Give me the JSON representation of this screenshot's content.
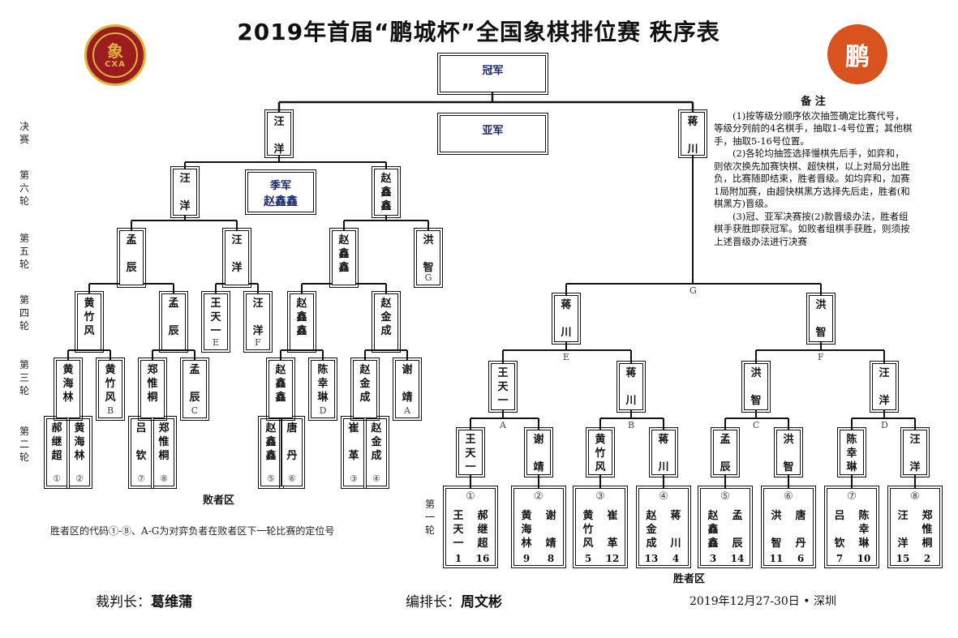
{
  "title": "2019年首届“鹏城杯”全国象棋排位赛 秩序表",
  "logo_left": {
    "glyph": "象",
    "text": "CXA"
  },
  "logo_right": {
    "glyph": "鹏"
  },
  "podium": {
    "champion_label": "冠军",
    "runner_up_label": "亚军",
    "third_label": "季军",
    "third_name": "赵鑫鑫"
  },
  "round_labels": [
    "决\n赛",
    "第\n六\n轮",
    "第\n五\n轮",
    "第\n四\n轮",
    "第\n三\n轮",
    "第\n二\n轮",
    "第\n一\n轮"
  ],
  "notes": {
    "heading": "备 注",
    "items": [
      "(1)按等级分顺序依次抽签确定比赛代号，等级分列前的4名棋手，抽取1-4号位置；其他棋手，抽取5-16号位置。",
      "(2)各轮均抽签选择慢棋先后手，如弈和，则依次换先加赛快棋、超快棋，以上对局分出胜负，比赛随即结束，胜者晋级。如均弈和，加赛1局附加赛，由超快棋黑方选择先后走，胜者(和棋黑方)晋级。",
      "(3)冠、亚军决赛按(2)款晋级办法，胜者组棋手获胜即获冠军。如败者组棋手获胜，则须按上述晋级办法进行决赛"
    ]
  },
  "winners_label": "胜者区",
  "losers_label": "败者区",
  "legend": "胜者区的代码①-⑧、A-G为对弈负者在败者区下一轮比赛的定位号",
  "footer": {
    "chief_referee_label": "裁判长：",
    "chief_referee": "葛维蒲",
    "arbiter_label": "编排长：",
    "arbiter": "周文彬",
    "date": "2019年12月27-30日 • 深圳"
  },
  "winners_r1": [
    {
      "code": "①",
      "players": [
        {
          "name": "王天一",
          "seed": "1"
        },
        {
          "name": "郝继超",
          "seed": "16"
        }
      ]
    },
    {
      "code": "②",
      "players": [
        {
          "name": "黄海林",
          "seed": "9"
        },
        {
          "name": "谢靖",
          "seed": "8"
        }
      ]
    },
    {
      "code": "③",
      "players": [
        {
          "name": "黄竹风",
          "seed": "5"
        },
        {
          "name": "崔革",
          "seed": "12"
        }
      ]
    },
    {
      "code": "④",
      "players": [
        {
          "name": "赵金成",
          "seed": "13"
        },
        {
          "name": "蒋川",
          "seed": "4"
        }
      ]
    },
    {
      "code": "⑤",
      "players": [
        {
          "name": "赵鑫鑫",
          "seed": "3"
        },
        {
          "name": "孟辰",
          "seed": "14"
        }
      ]
    },
    {
      "code": "⑥",
      "players": [
        {
          "name": "洪智",
          "seed": "11"
        },
        {
          "name": "唐丹",
          "seed": "6"
        }
      ]
    },
    {
      "code": "⑦",
      "players": [
        {
          "name": "吕钦",
          "seed": "7"
        },
        {
          "name": "陈幸琳",
          "seed": "10"
        }
      ]
    },
    {
      "code": "⑧",
      "players": [
        {
          "name": "汪洋",
          "seed": "15"
        },
        {
          "name": "郑惟桐",
          "seed": "2"
        }
      ]
    }
  ],
  "winners_r2": [
    "王天一",
    "谢靖",
    "黄竹风",
    "蒋川",
    "孟辰",
    "洪智",
    "陈幸琳",
    "汪洋"
  ],
  "winners_r2_letters": [
    "A",
    "B",
    "C",
    "D"
  ],
  "winners_r3": [
    "王天一",
    "蒋川",
    "洪智",
    "汪洋"
  ],
  "winners_r3_letters": [
    "E",
    "F"
  ],
  "winners_r4": [
    "蒋川",
    "洪智"
  ],
  "winners_r4_letter": "G",
  "winners_final": "蒋川",
  "losers_r2": [
    {
      "name": "郝继超",
      "code": "①"
    },
    {
      "name": "黄海林",
      "code": "②"
    },
    {
      "name": "吕钦",
      "code": "⑦"
    },
    {
      "name": "郑惟桐",
      "code": "⑧"
    },
    {
      "name": "赵鑫鑫",
      "code": "⑤"
    },
    {
      "name": "唐丹",
      "code": "⑥"
    },
    {
      "name": "崔革",
      "code": "③"
    },
    {
      "name": "赵金成",
      "code": "④"
    }
  ],
  "losers_r3": [
    {
      "name": "黄海林",
      "code": ""
    },
    {
      "name": "黄竹风",
      "code": "B"
    },
    {
      "name": "郑惟桐",
      "code": ""
    },
    {
      "name": "孟辰",
      "code": "C"
    },
    {
      "name": "赵鑫鑫",
      "code": ""
    },
    {
      "name": "陈幸琳",
      "code": "D"
    },
    {
      "name": "赵金成",
      "code": ""
    },
    {
      "name": "谢靖",
      "code": "A"
    }
  ],
  "losers_r4": [
    {
      "name": "黄竹风",
      "code": ""
    },
    {
      "name": "孟辰",
      "code": ""
    },
    {
      "name": "王天一",
      "code": "E"
    },
    {
      "name": "汪洋",
      "code": "F"
    },
    {
      "name": "赵鑫鑫",
      "code": ""
    },
    {
      "name": "赵金成",
      "code": ""
    }
  ],
  "losers_r5": [
    {
      "name": "孟辰",
      "code": ""
    },
    {
      "name": "汪洋",
      "code": ""
    },
    {
      "name": "赵鑫鑫",
      "code": ""
    },
    {
      "name": "洪智",
      "code": "G"
    }
  ],
  "losers_r6": [
    "汪洋",
    "赵鑫鑫"
  ],
  "losers_final": "汪洋"
}
